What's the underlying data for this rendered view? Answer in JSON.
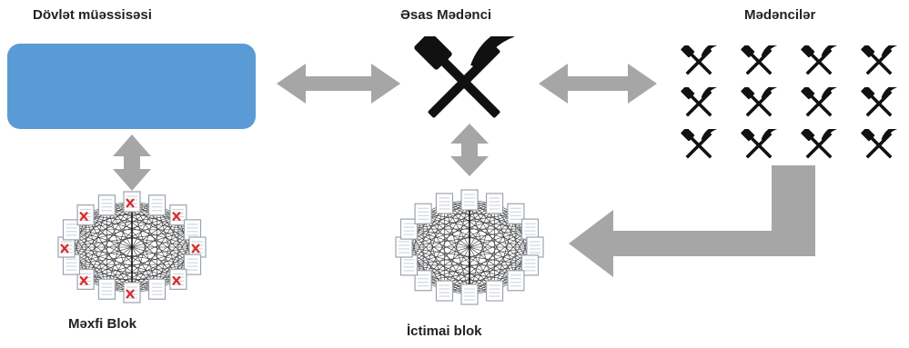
{
  "labels": {
    "state_institution": "Dövlət müəssisəsi",
    "main_miner": "Əsas Mədənci",
    "miners": "Mədəncilər",
    "private_block": "Məxfi Blok",
    "public_block": "İctimai blok"
  },
  "icons": {
    "main_miner": "hammer-pickaxe-icon",
    "miners": "hammer-pickaxe-icon",
    "block_document": "document-icon",
    "restricted_mark": "red-cross-mark"
  },
  "colors": {
    "state_box": "#5b9bd5",
    "arrow": "#a6a6a6",
    "icon": "#111111",
    "restricted_mark": "#d62b2b",
    "document_border": "#9aa3b0"
  },
  "miner_grid": {
    "rows": 3,
    "columns": 4
  }
}
